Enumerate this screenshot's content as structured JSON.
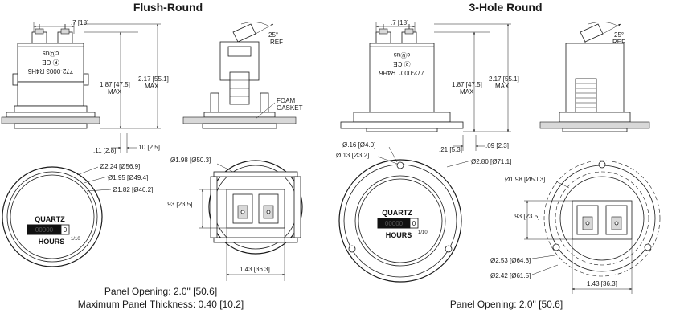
{
  "left": {
    "title": "Flush-Round",
    "dims": {
      "terminal_width": ".7 [18]",
      "angle": "25°",
      "angle_ref": "REF",
      "body_height": "1.87 [47.5]",
      "body_height_max": "MAX",
      "overall_height": "2.17 [55.1]",
      "overall_height_max": "MAX",
      "foam": "FOAM",
      "gasket": "GASKET",
      "bezel_thick": ".11 [2.8]",
      "flange_thick": ".10 [2.5]",
      "dia_224": "Ø2.24 [Ø56.9]",
      "dia_195": "Ø1.95 [Ø49.4]",
      "dia_182": "Ø1.82 [Ø46.2]",
      "dia_198": "Ø1.98 [Ø50.3]",
      "h_093": ".93 [23.5]",
      "w_143": "1.43 [36.3]"
    },
    "label": {
      "line1": "772-0003 R4H6",
      "line2": "Ⓡ CE",
      "line3": "cⓊus"
    },
    "face": {
      "brand": "QUARTZ",
      "counter": "00000",
      "last_digit": "0",
      "unit": "HOURS",
      "tenth": "1/10"
    },
    "notes": {
      "opening": "Panel Opening: 2.0\" [50.6]",
      "thickness": "Maximum Panel Thickness:  0.40 [10.2]"
    }
  },
  "right": {
    "title": "3-Hole Round",
    "dims": {
      "terminal_width": ".7 [18]",
      "angle": "25°",
      "angle_ref": "REF",
      "body_height": "1.87 [47.5]",
      "body_height_max": "MAX",
      "overall_height": "2.17 [55.1]",
      "overall_height_max": "MAX",
      "bezel_thick": ".21 [5.3]",
      "flange_thick": ".09 [2.3]",
      "hole_016": "Ø.16 [Ø4.0]",
      "hole_013": "Ø.13 [Ø3.2]",
      "dia_280": "Ø2.80 [Ø71.1]",
      "dia_198": "Ø1.98 [Ø50.3]",
      "h_093": ".93 [23.5]",
      "dia_253": "Ø2.53 [Ø64.3]",
      "dia_242": "Ø2.42 [Ø61.5]",
      "w_143": "1.43 [36.3]"
    },
    "label": {
      "line1": "772-0001 R4H6",
      "line2": "Ⓡ CE",
      "line3": "cⓊus"
    },
    "face": {
      "brand": "QUARTZ",
      "counter": "00000",
      "last_digit": "0",
      "unit": "HOURS",
      "tenth": "1/10"
    },
    "notes": {
      "opening": "Panel Opening: 2.0\" [50.6]"
    }
  }
}
